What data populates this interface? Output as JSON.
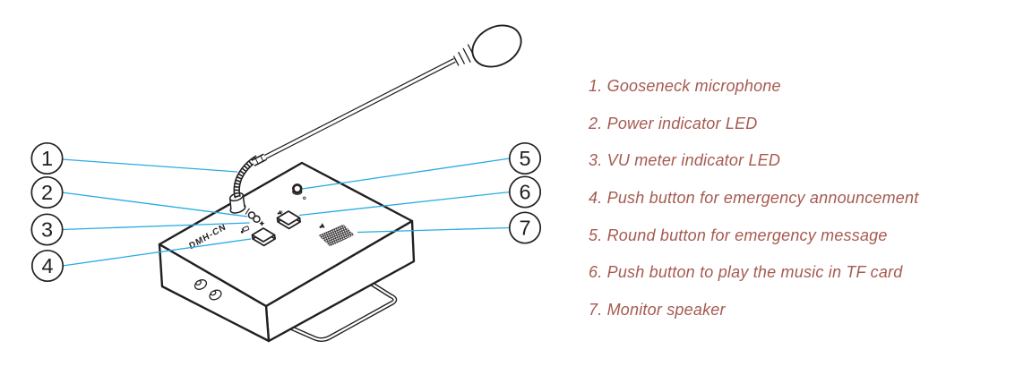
{
  "device": {
    "model_label": "DMH-CN"
  },
  "colors": {
    "drawing_line": "#231f20",
    "leader_line": "#29abe2",
    "legend_text": "#a65a50",
    "background": "#ffffff"
  },
  "callouts": [
    {
      "number": "1",
      "label": "Gooseneck microphone",
      "legend_text": "1. Gooseneck microphone"
    },
    {
      "number": "2",
      "label": "Power indicator LED",
      "legend_text": "2. Power indicator LED"
    },
    {
      "number": "3",
      "label": "VU meter indicator LED",
      "legend_text": "3. VU meter indicator LED"
    },
    {
      "number": "4",
      "label": "Push button for emergency announcement",
      "legend_text": "4. Push button for emergency announcement"
    },
    {
      "number": "5",
      "label": "Round button for emergency message",
      "legend_text": "5. Round button for emergency message"
    },
    {
      "number": "6",
      "label": "Push button to play the music in TF card",
      "legend_text": "6. Push button to play the music in TF card"
    },
    {
      "number": "7",
      "label": "Monitor speaker",
      "legend_text": "7. Monitor speaker"
    }
  ]
}
